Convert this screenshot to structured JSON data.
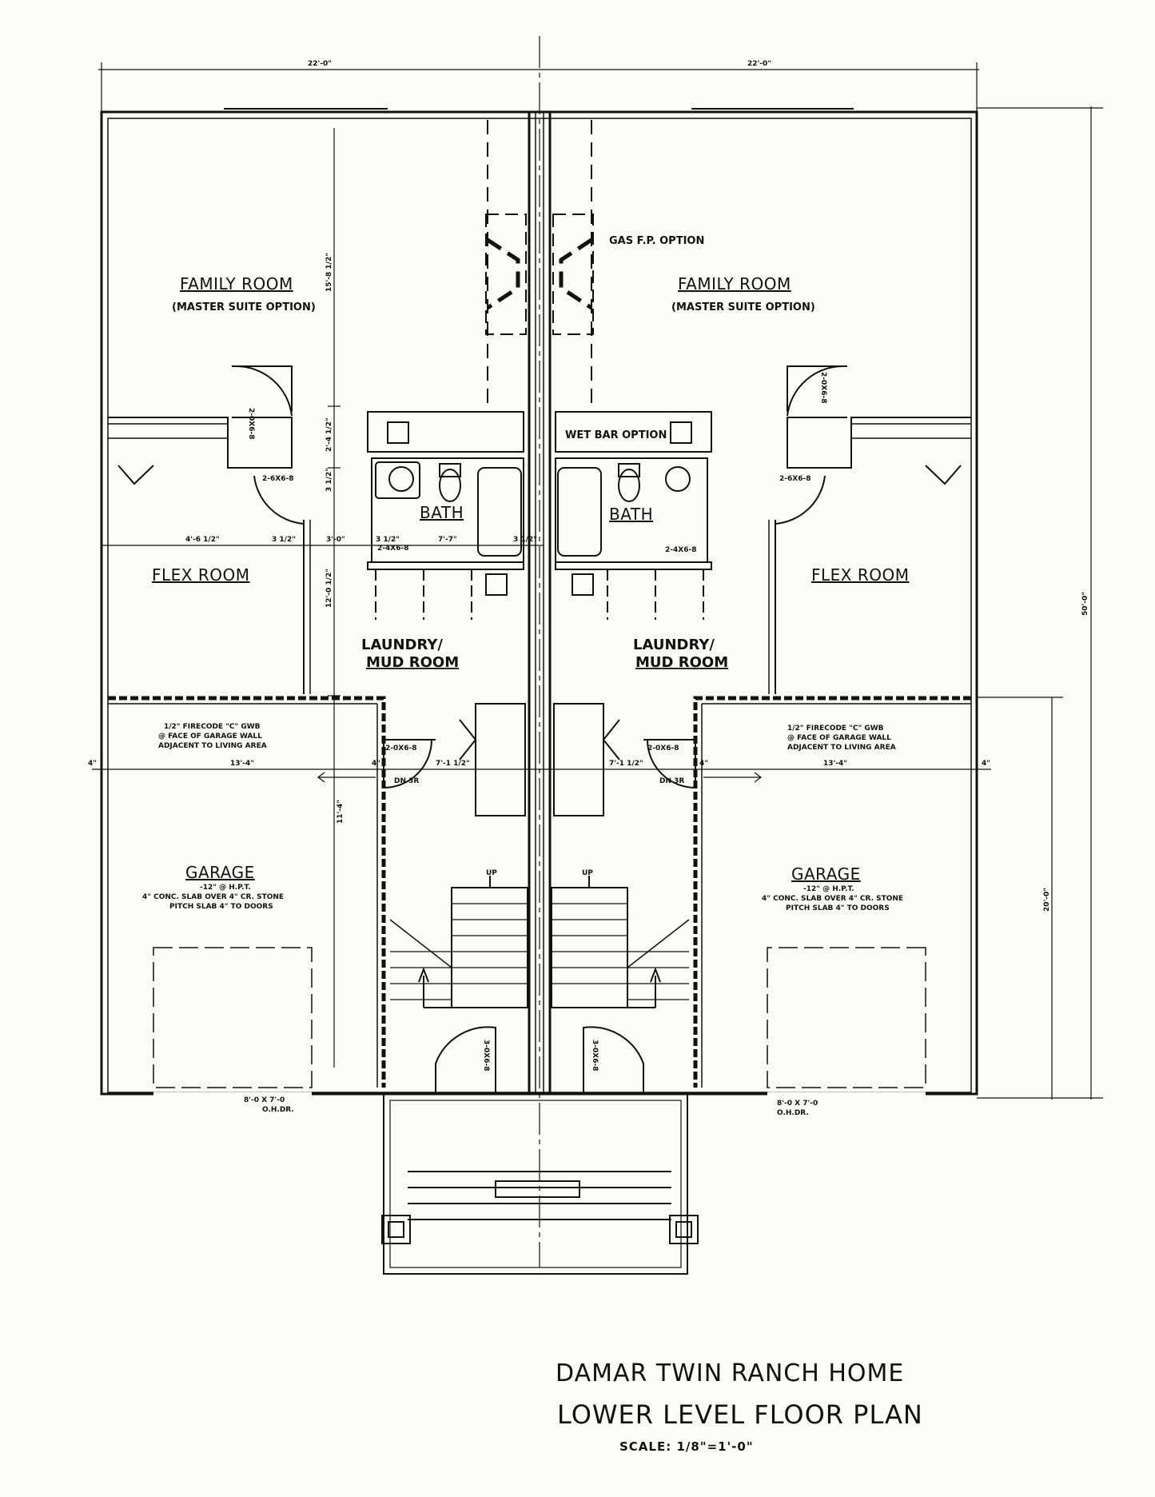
{
  "title": {
    "line1": "DAMAR TWIN RANCH HOME",
    "line2": "LOWER LEVEL FLOOR PLAN",
    "scale": "SCALE: 1/8\"=1'-0\""
  },
  "dimensions": {
    "overall_width_left": "22'-0\"",
    "overall_width_right": "22'-0\"",
    "overall_depth": "50'-0\"",
    "garage_depth": "20'-0\"",
    "family_room_depth": "15'-8 1/2\"",
    "closet_depth": "2'-4 1/2\"",
    "wall_offset": "3 1/2\"",
    "flex_depth": "12'-0 1/2\"",
    "garage_inner_depth": "11'-4\"",
    "flex_width": "4'-6 1/2\"",
    "wall_a": "3 1/2\"",
    "hall_width": "3'-0\"",
    "bath_wall": "3 1/2\"",
    "bath_width": "7'-7\"",
    "bath_wall2": "3 1/2\"",
    "garage_width_left": "13'-4\"",
    "garage_width_right": "13'-4\"",
    "stair_width_left": "7'-1 1/2\"",
    "stair_width_right": "7'-1 1/2\"",
    "four_in": "4\""
  },
  "doors": {
    "closet": "2-0X6-8",
    "flex": "2-6X6-8",
    "bath": "2-4X6-8",
    "garage_entry": "2-0X6-8",
    "entry": "3-0X6-8",
    "garage_door": "8'-0 X 7'-0",
    "garage_door_type": "O.H.DR."
  },
  "left_unit": {
    "family_room": "FAMILY ROOM",
    "family_room_option": "(MASTER SUITE OPTION)",
    "flex_room": "FLEX ROOM",
    "bath": "BATH",
    "laundry_1": "LAUNDRY/",
    "laundry_2": "MUD ROOM",
    "garage": "GARAGE",
    "garage_note_1": "-12\" @ H.P.T.",
    "garage_note_2": "4\" CONC. SLAB OVER 4\" CR. STONE",
    "garage_note_3": "PITCH SLAB 4\" TO DOORS",
    "firecode_1": "1/2\" FIRECODE \"C\" GWB",
    "firecode_2": "@ FACE OF GARAGE WALL",
    "firecode_3": "ADJACENT TO LIVING AREA",
    "dn": "DN 3R",
    "up": "UP"
  },
  "right_unit": {
    "family_room": "FAMILY ROOM",
    "family_room_option": "(MASTER SUITE OPTION)",
    "flex_room": "FLEX ROOM",
    "bath": "BATH",
    "laundry_1": "LAUNDRY/",
    "laundry_2": "MUD ROOM",
    "garage": "GARAGE",
    "garage_note_1": "-12\" @ H.P.T.",
    "garage_note_2": "4\" CONC. SLAB OVER 4\" CR. STONE",
    "garage_note_3": "PITCH SLAB 4\" TO DOORS",
    "firecode_1": "1/2\" FIRECODE \"C\" GWB",
    "firecode_2": "@ FACE OF GARAGE WALL",
    "firecode_3": "ADJACENT TO LIVING AREA",
    "dn": "DN 3R",
    "up": "UP",
    "gas_fp": "GAS F.P. OPTION",
    "wet_bar": "WET BAR OPTION"
  }
}
